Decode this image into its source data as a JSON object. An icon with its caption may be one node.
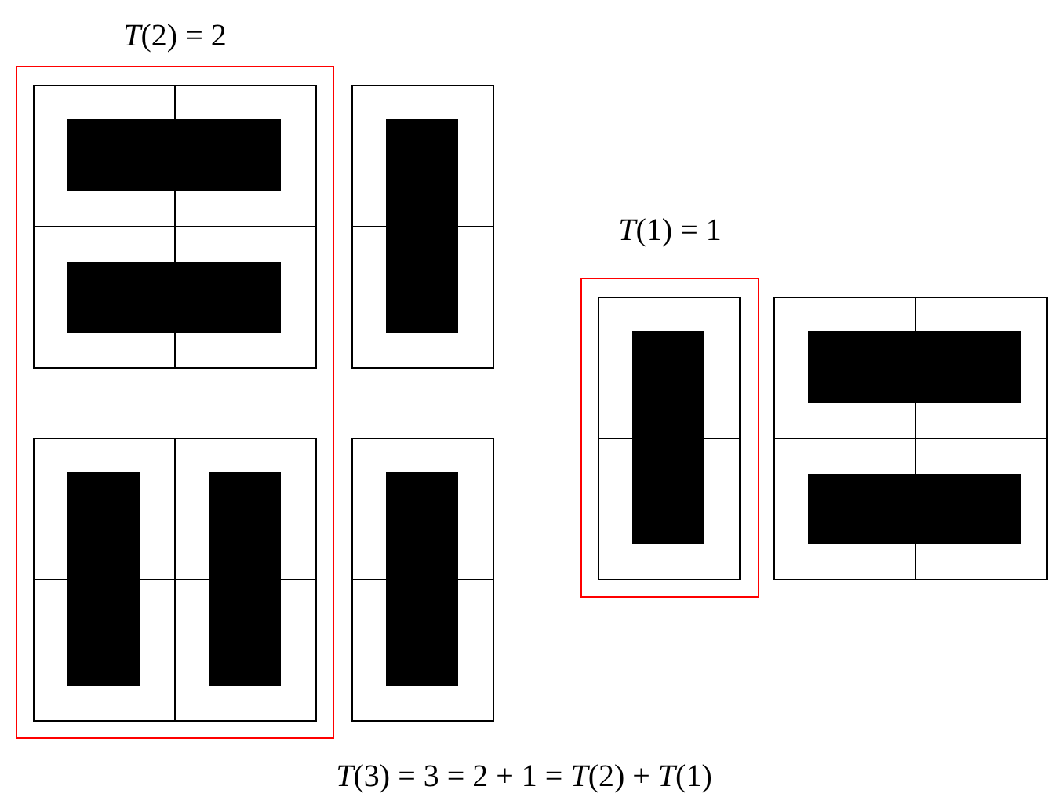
{
  "diagram": {
    "nodes": [
      {
        "text": [
          "*T*(2) = 2"
        ]
      },
      {
        "text": [
          "*T*(1) = 1"
        ]
      }
    ],
    "labels": [
      "*T*(3) = 3 = 2 + 1 = *T*(2) + *T*(1)"
    ]
  }
}
